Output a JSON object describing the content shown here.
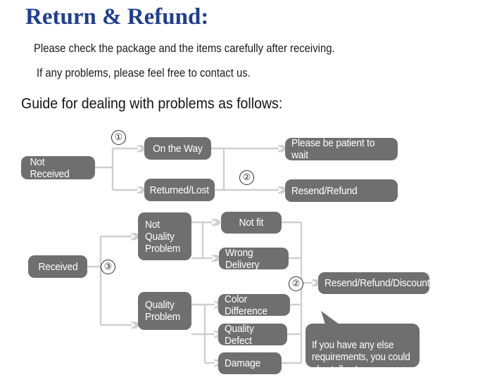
{
  "header": {
    "title": "Return & Refund:",
    "line1": "Please check the package and the items carefully after receiving.",
    "line2": "If any problems, please feel free to contact us.",
    "guide": "Guide for dealing with problems as follows:"
  },
  "colors": {
    "title": "#1f3f8f",
    "node_fill": "#6f6f6f",
    "node_text": "#ffffff",
    "wire": "#cfcfcf",
    "body_text": "#1a1a1a"
  },
  "flow": {
    "nodes": {
      "not_received": "Not Received",
      "on_the_way": "On the Way",
      "returned_lost": "Returned/Lost",
      "please_wait": "Please be patient to wait",
      "resend_refund": "Resend/Refund",
      "received": "Received",
      "not_quality_problem": "Not\nQuality\nProblem",
      "quality_problem": "Quality\nProblem",
      "not_fit": "Not fit",
      "wrong_delivery": "Wrong Delivery",
      "color_difference": "Color Difference",
      "quality_defect": "Quality Defect",
      "damage": "Damage",
      "resend_refund_discount": "Resend/Refund/Discount"
    },
    "markers": {
      "one": "①",
      "two_top": "②",
      "three": "③",
      "two_bottom": "②"
    },
    "callout": "If you have any else\nrequirements, you could\nalso tell us!"
  }
}
